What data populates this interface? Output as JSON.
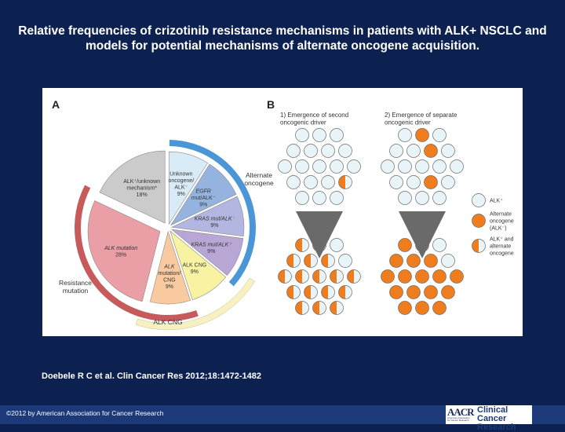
{
  "slide": {
    "title_line1": "Relative frequencies of crizotinib resistance mechanisms in patients with ALK+ NSCLC and",
    "title_line2": "models for potential mechanisms of alternate oncogene acquisition.",
    "citation": "Doebele R C et al. Clin Cancer Res 2012;18:1472-1482",
    "copyright": "©2012 by American Association for Cancer Research",
    "logo_mark": "AACR",
    "logo_sub": "American Association for Cancer Research",
    "journal_line1": "Clinical Cancer",
    "journal_line2": "Research"
  },
  "figure": {
    "panel_a": {
      "label": "A",
      "groups": {
        "alternate_oncogene": [
          "Alternate",
          "oncogene"
        ],
        "resistance_mutation": [
          "Resistance",
          "mutation"
        ],
        "alk_cng": "ALK CNG"
      }
    },
    "panel_b": {
      "label": "B",
      "model1_title": [
        "1) Emergence of second",
        "oncogenic driver"
      ],
      "model2_title": [
        "2) Emergence of separate",
        "oncogenic driver"
      ],
      "legend": [
        {
          "label": [
            "ALK⁺"
          ],
          "kind": "empty"
        },
        {
          "label": [
            "Alternate",
            "oncogene",
            "(ALK⁻)"
          ],
          "kind": "orange"
        },
        {
          "label": [
            "ALK⁺ and",
            "alternate",
            "oncogene"
          ],
          "kind": "half"
        }
      ],
      "colors": {
        "cell_fill": "#e8f4f8",
        "orange": "#ef7d1e",
        "stroke": "#6a6a6a"
      },
      "model1_top_rows": [
        [
          "e",
          "e",
          "e"
        ],
        [
          "e",
          "e",
          "e",
          "e"
        ],
        [
          "e",
          "e",
          "e",
          "e",
          "e"
        ],
        [
          "e",
          "e",
          "e",
          "h"
        ],
        [
          "e",
          "e",
          "e"
        ]
      ],
      "model1_bottom_rows": [
        [
          "h",
          "h",
          "e"
        ],
        [
          "h",
          "h",
          "h",
          "e"
        ],
        [
          "h",
          "h",
          "h",
          "h",
          "h"
        ],
        [
          "h",
          "h",
          "h",
          "h"
        ],
        [
          "h",
          "h",
          "h"
        ]
      ],
      "model2_top_rows": [
        [
          "e",
          "o",
          "e"
        ],
        [
          "e",
          "e",
          "o",
          "e"
        ],
        [
          "e",
          "e",
          "e",
          "e",
          "e"
        ],
        [
          "e",
          "e",
          "o",
          "e"
        ],
        [
          "e",
          "e",
          "e"
        ]
      ],
      "model2_bottom_rows": [
        [
          "o",
          "o",
          "e"
        ],
        [
          "o",
          "o",
          "o",
          "e"
        ],
        [
          "o",
          "o",
          "o",
          "o",
          "o"
        ],
        [
          "o",
          "o",
          "o",
          "o"
        ],
        [
          "o",
          "o",
          "o"
        ]
      ]
    },
    "chart_data": {
      "type": "pie",
      "title": "",
      "unit": "%",
      "slices": [
        {
          "label": [
            "Unknown",
            "oncogene/",
            "ALK⁻"
          ],
          "value": 9,
          "value_label": "9%",
          "color": "#d9ebf6"
        },
        {
          "label": [
            "EGFR",
            "mut/ALK⁻"
          ],
          "value": 9,
          "value_label": "9%",
          "color": "#95b3df"
        },
        {
          "label": [
            "KRAS mut/ALK⁻"
          ],
          "value": 9,
          "value_label": "9%",
          "color": "#b2b6e0"
        },
        {
          "label": [
            "KRAS mut/ALK⁺"
          ],
          "value": 9,
          "value_label": "9%",
          "color": "#b8a7d4"
        },
        {
          "label": [
            "ALK CNG"
          ],
          "value": 9,
          "value_label": "9%",
          "color": "#f8f3a3"
        },
        {
          "label": [
            "ALK",
            "mutation/",
            "CNG"
          ],
          "value": 9,
          "value_label": "9%",
          "color": "#f9caa0"
        },
        {
          "label": [
            "ALK mutation"
          ],
          "value": 28,
          "value_label": "28%",
          "color": "#ea9ea6"
        },
        {
          "label": [
            "ALK⁺/unknown",
            "mechanism*"
          ],
          "value": 18,
          "value_label": "18%",
          "color": "#cbcbcb"
        }
      ],
      "group_arcs": [
        {
          "name": "Alternate oncogene",
          "color": "#4a96d6"
        },
        {
          "name": "Resistance mutation",
          "color": "#c75a5a"
        },
        {
          "name": "ALK CNG",
          "color": "#f7f0c0"
        }
      ]
    }
  }
}
